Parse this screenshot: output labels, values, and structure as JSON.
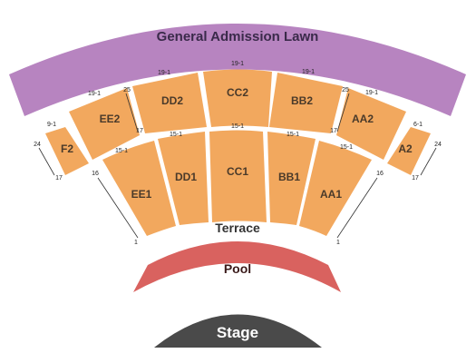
{
  "areas": {
    "lawn": "General Admission Lawn",
    "terrace": "Terrace",
    "pool": "Pool",
    "stage": "Stage"
  },
  "upper_sections": [
    "F2",
    "EE2",
    "DD2",
    "CC2",
    "BB2",
    "AA2",
    "A2"
  ],
  "lower_sections": [
    "EE1",
    "DD1",
    "CC1",
    "BB1",
    "AA1"
  ],
  "row_labels": {
    "f2_top": "9-1",
    "f2_left_top": "24",
    "f2_left_bottom": "17",
    "ee2_top": "19-1",
    "ee2_right_top": "25",
    "ee2_right_bottom": "17",
    "dd2_top": "19-1",
    "cc2_top": "19-1",
    "bb2_top": "19-1",
    "aa2_left_top": "25",
    "aa2_left_bottom": "17",
    "aa2_top": "19-1",
    "a2_top": "6-1",
    "a2_right_top": "24",
    "a2_right_bottom": "17",
    "ee1_top": "15-1",
    "dd1_top": "15-1",
    "cc1_top": "15-1",
    "bb1_top": "15-1",
    "aa1_top": "15-1",
    "left_outer_top": "16",
    "left_outer_bottom": "1",
    "right_outer_top": "16",
    "right_outer_bottom": "1"
  },
  "colors": {
    "lawn": "#b784c0",
    "section": "#f2a85e",
    "pool": "#d9625f",
    "stage": "#4a4a4a",
    "divider": "#ffffff"
  }
}
